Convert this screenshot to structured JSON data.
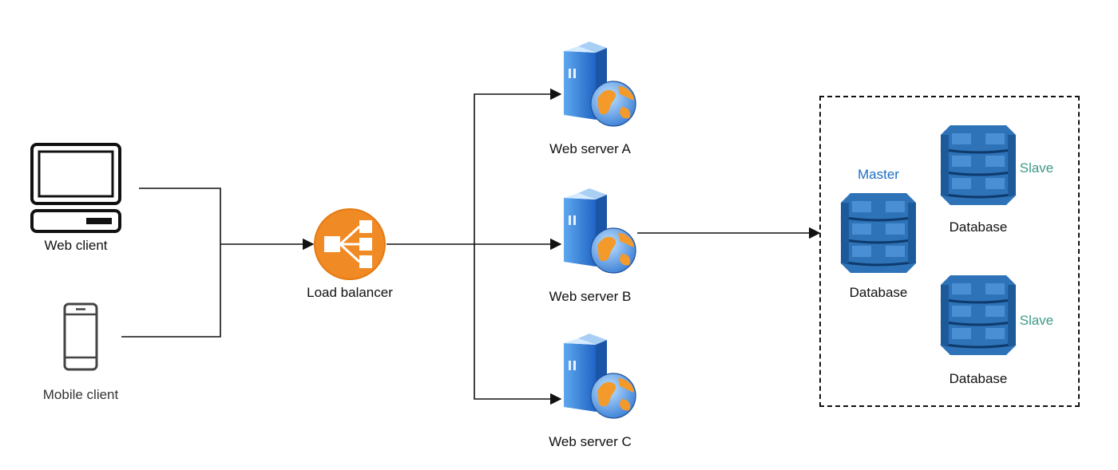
{
  "diagram": {
    "clients": {
      "web": {
        "label": "Web client",
        "icon": "desktop-computer-icon"
      },
      "mobile": {
        "label": "Mobile client",
        "icon": "mobile-phone-icon"
      }
    },
    "load_balancer": {
      "label": "Load balancer",
      "icon": "load-balancer-icon",
      "color": "#f08a24"
    },
    "web_servers": [
      {
        "label": "Web server A",
        "icon": "web-server-icon"
      },
      {
        "label": "Web server B",
        "icon": "web-server-icon"
      },
      {
        "label": "Web server C",
        "icon": "web-server-icon"
      }
    ],
    "databases": {
      "master": {
        "role": "Master",
        "label": "Database",
        "icon": "database-icon"
      },
      "slaves": [
        {
          "role": "Slave",
          "label": "Database",
          "icon": "database-icon"
        },
        {
          "role": "Slave",
          "label": "Database",
          "icon": "database-icon"
        }
      ]
    },
    "colors": {
      "master_text": "#1f6fc0",
      "slave_text": "#3d9a88",
      "db_fill": "#2e73b8",
      "server_blue": "#2b7bd4"
    }
  }
}
